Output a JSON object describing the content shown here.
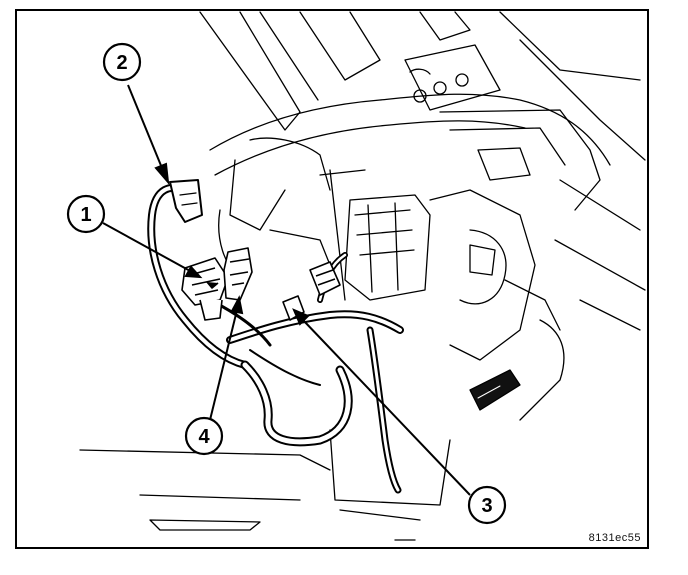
{
  "callouts": [
    {
      "id": "1",
      "label": "1"
    },
    {
      "id": "2",
      "label": "2"
    },
    {
      "id": "3",
      "label": "3"
    },
    {
      "id": "4",
      "label": "4"
    }
  ],
  "figure_id": "8131ec55",
  "colors": {
    "ink": "#000000",
    "paper": "#ffffff",
    "shade": "#1a1a1a"
  }
}
